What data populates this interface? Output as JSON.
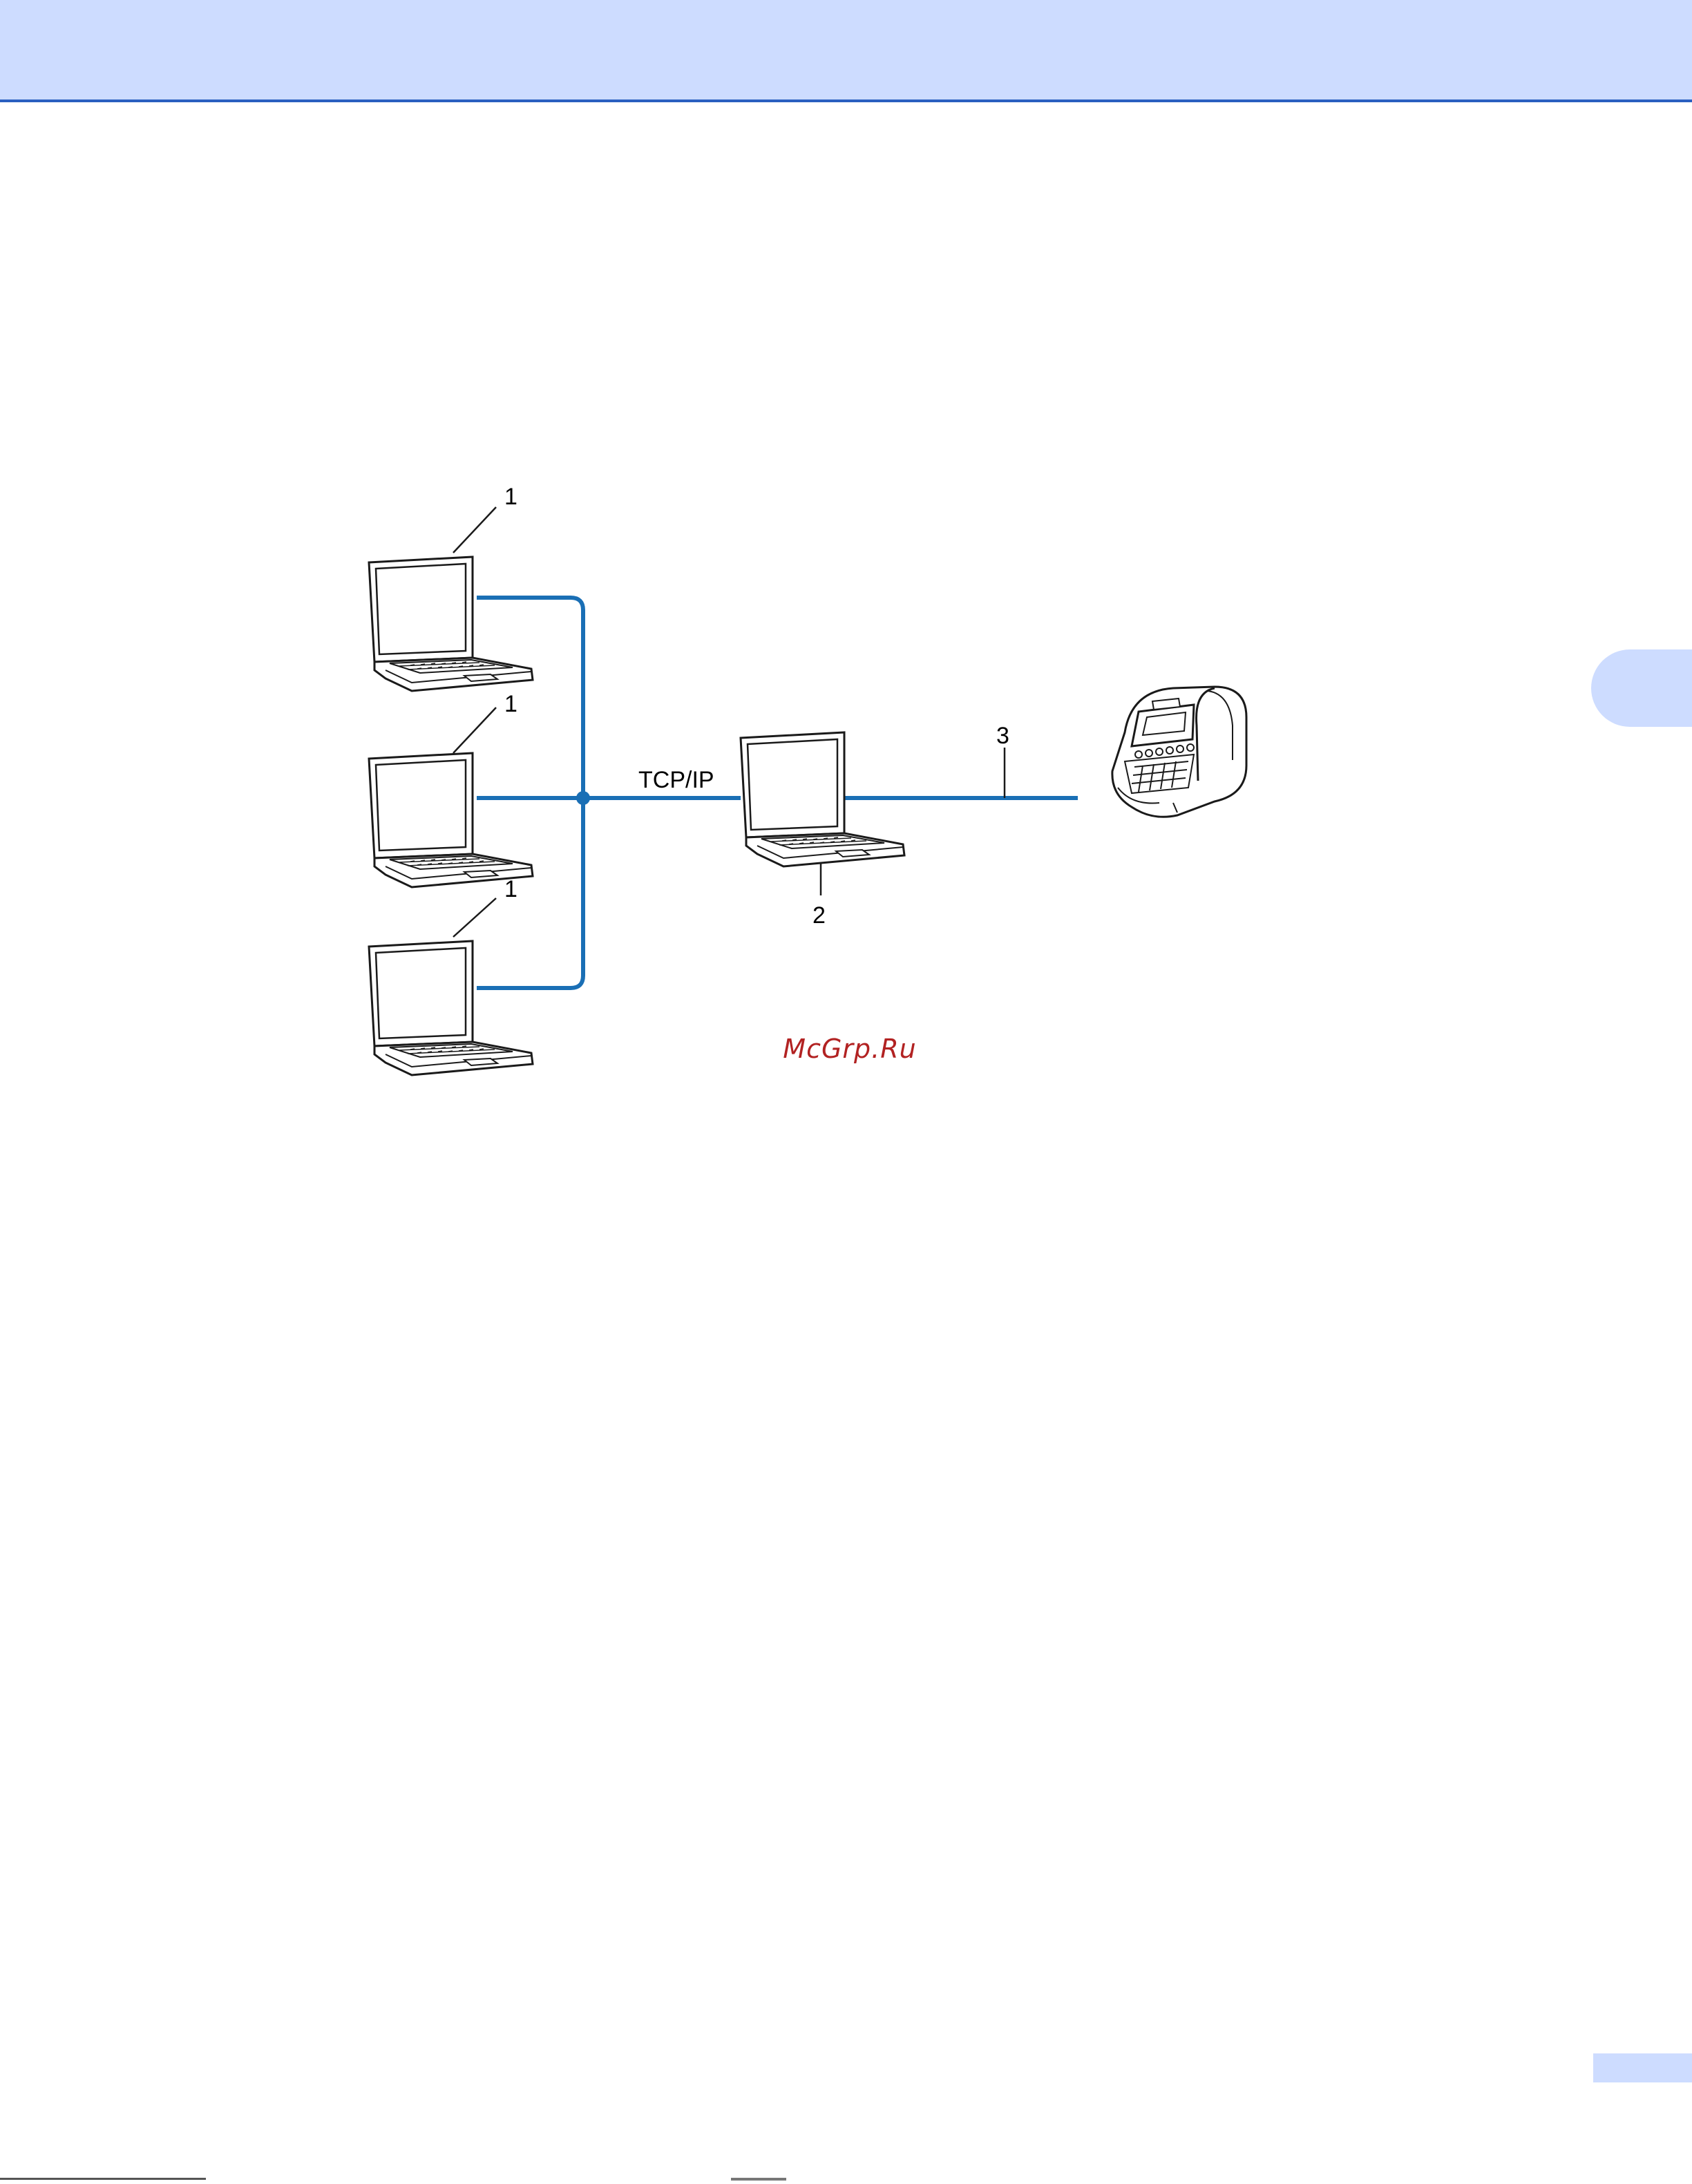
{
  "diagram": {
    "callouts": {
      "client_top": "1",
      "client_middle": "1",
      "client_bottom": "1",
      "print_server": "2",
      "usb_link": "3"
    },
    "protocol_label": "TCP/IP"
  },
  "watermark": "McGrp.Ru",
  "colors": {
    "header_band": "#cddcff",
    "header_rule": "#2a5fc0",
    "network_line": "#1a6fb5"
  },
  "icons": {
    "laptop": "laptop-icon",
    "printer": "label-printer-icon"
  }
}
